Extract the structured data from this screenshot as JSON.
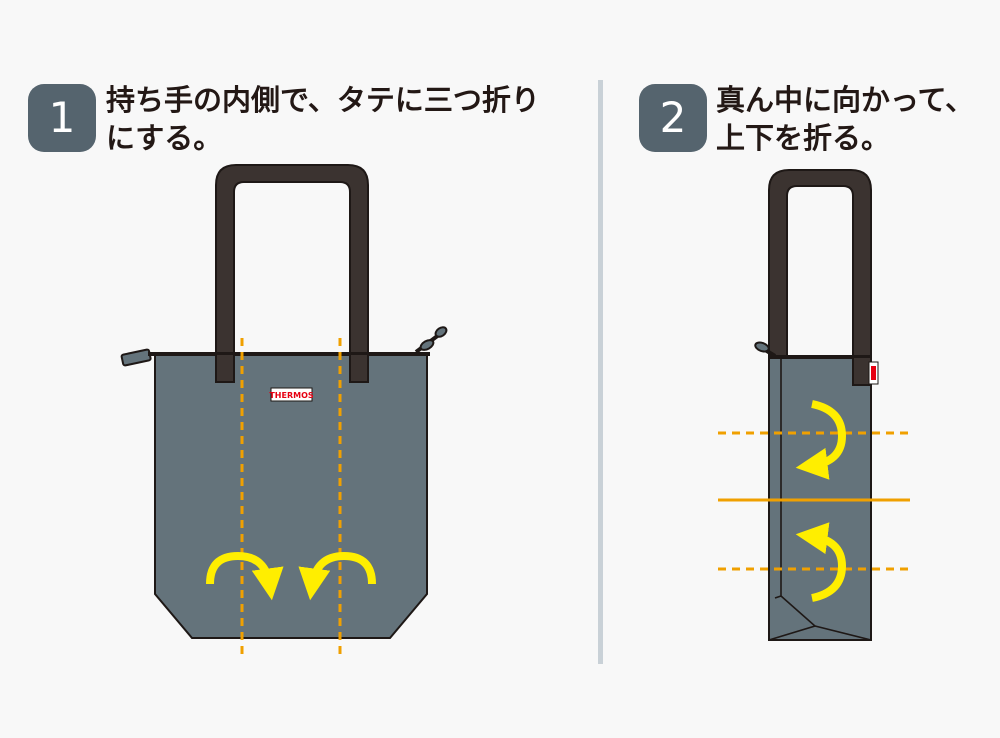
{
  "steps": [
    {
      "number": "1",
      "line1": "持ち手の内側で、タテに三つ折り",
      "line2": "にする。"
    },
    {
      "number": "2",
      "line1": "真ん中に向かって、",
      "line2": "上下を折る。"
    }
  ],
  "brand_label": "THERMOS",
  "colors": {
    "badge": "#55646e",
    "bag_body": "#64737b",
    "handle": "#3b3330",
    "fold_line": "#f0a000",
    "arrow": "#ffee00",
    "divider": "#c9d1d7",
    "brand_red": "#e60012"
  }
}
